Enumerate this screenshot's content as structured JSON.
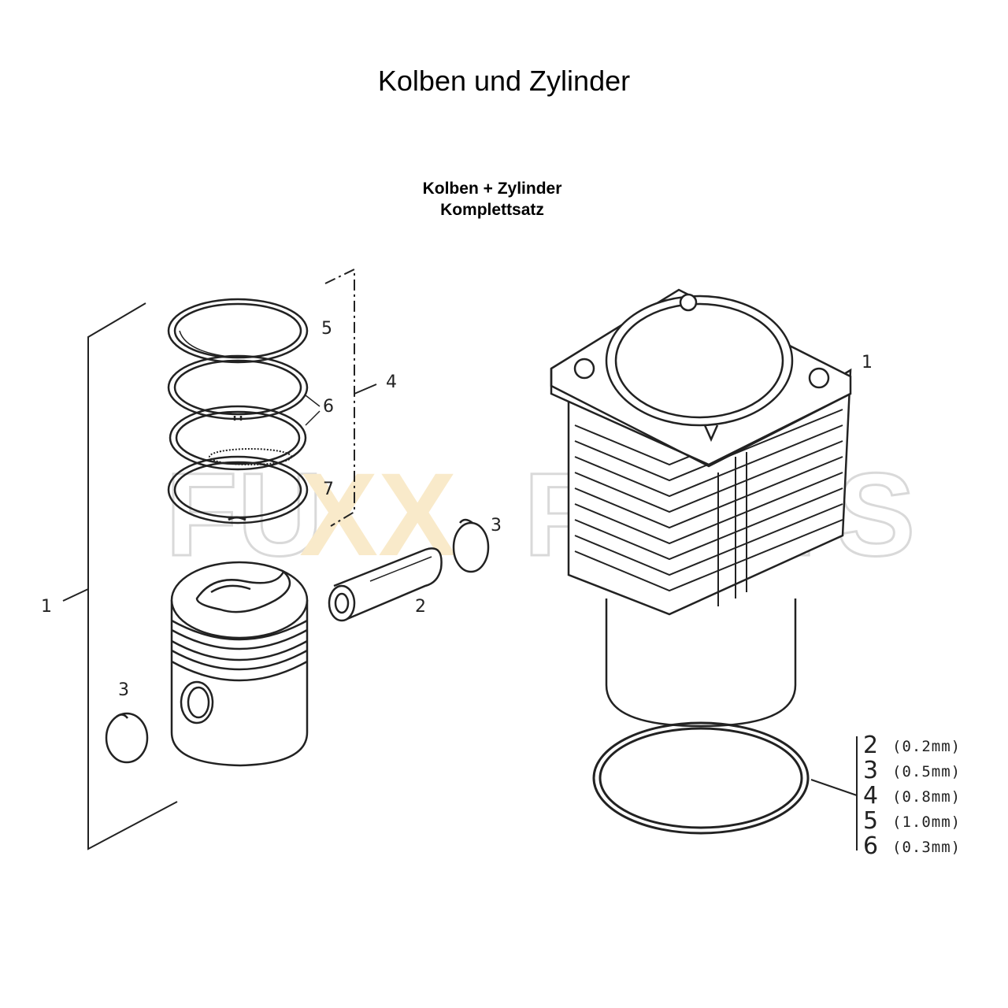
{
  "title": "Kolben und Zylinder",
  "subtitle": {
    "line1": "Kolben + Zylinder",
    "line2": "Komplettsatz"
  },
  "labels": {
    "piston_set": "1",
    "piston_pin": "2",
    "circlip_right": "3",
    "circlip_left": "3",
    "ring_set": "4",
    "ring_top": "5",
    "ring_middle": "6",
    "ring_oil": "7",
    "cylinder": "1"
  },
  "shims": [
    {
      "number": "2",
      "size": "(0.2mm)"
    },
    {
      "number": "3",
      "size": "(0.5mm)"
    },
    {
      "number": "4",
      "size": "(0.8mm)"
    },
    {
      "number": "5",
      "size": "(1.0mm)"
    },
    {
      "number": "6",
      "size": "(0.3mm)"
    }
  ],
  "watermark": {
    "part1": "FU",
    "part2": "XX",
    "part3": "PARTS",
    "accent": "#f5d9a0"
  }
}
